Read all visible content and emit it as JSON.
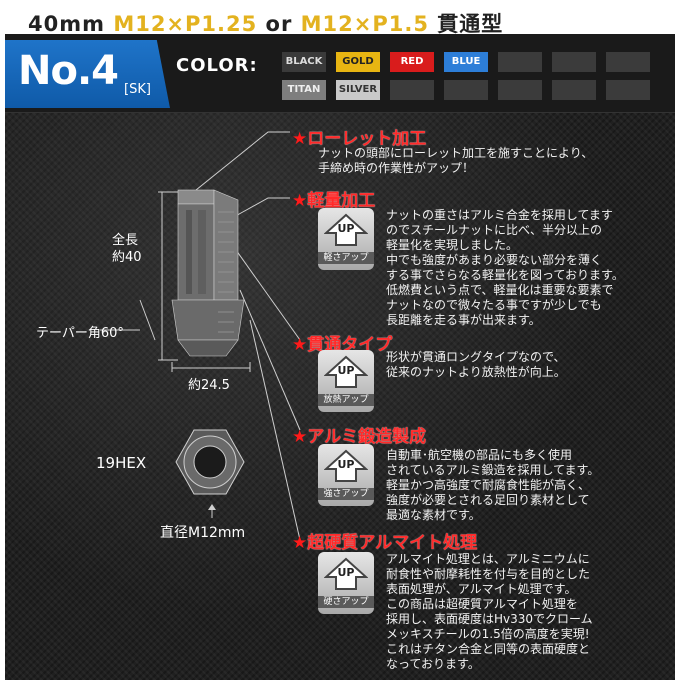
{
  "header": {
    "size": "40mm",
    "spec1": "M12×P1.25",
    "or": "or",
    "spec2": "M12×P1.5",
    "type": "貫通型"
  },
  "product": {
    "number": "No.4",
    "code": "[SK]"
  },
  "color_label": "COLOR:",
  "swatches": [
    {
      "label": "BLACK",
      "bg": "#3a3a3a",
      "fg": "#dddddd"
    },
    {
      "label": "GOLD",
      "bg": "#e8b512",
      "fg": "#222222"
    },
    {
      "label": "RED",
      "bg": "#d91c1c",
      "fg": "#ffffff"
    },
    {
      "label": "BLUE",
      "bg": "#2d7ed8",
      "fg": "#ffffff"
    },
    {
      "label": "TITAN",
      "bg": "#7e7e7e",
      "fg": "#eeeeee"
    },
    {
      "label": "SILVER",
      "bg": "#c9c9c9",
      "fg": "#333333"
    }
  ],
  "diagram": {
    "length": "全長\n約40",
    "taper": "テーパー角60°",
    "width": "約24.5",
    "hex": "19HEX",
    "diameter": "直径M12mm"
  },
  "features": [
    {
      "title": "ローレット加工",
      "badge": "",
      "text": "ナットの頭部にローレット加工を施すことにより、\n手締め時の作業性がアップ！"
    },
    {
      "title": "軽量加工",
      "badge": "軽さアップ",
      "text": "ナットの重さはアルミ合金を採用してます\nのでスチールナットに比べ、半分以上の\n軽量化を実現しました。\n中でも強度があまり必要ない部分を薄く\nする事でさらなる軽量化を図っております。\n低燃費という点で、軽量化は重要な要素で\nナットなので微々たる事ですが少しでも\n長距離を走る事が出来ます。"
    },
    {
      "title": "貫通タイプ",
      "badge": "放熱アップ",
      "text": "形状が貫通ロングタイプなので、\n従来のナットより放熱性が向上。"
    },
    {
      "title": "アルミ鍛造製成",
      "badge": "強さアップ",
      "text": "自動車･航空機の部品にも多く使用\nされているアルミ鍛造を採用してます。\n軽量かつ高強度で耐腐食性能が高く、\n強度が必要とされる足回り素材として\n最適な素材です。"
    },
    {
      "title": "超硬質アルマイト処理",
      "badge": "硬さアップ",
      "text": "アルマイト処理とは、アルミニウムに\n耐食性や耐摩耗性を付与を目的とした\n表面処理が、アルマイト処理です。\nこの商品は超硬質アルマイト処理を\n採用し、表面硬度はHv330でクローム\nメッキスチールの1.5倍の高度を実現!\nこれはチタン合金と同等の表面硬度と\nなっております。"
    }
  ],
  "star": "★",
  "up_label": "UP"
}
